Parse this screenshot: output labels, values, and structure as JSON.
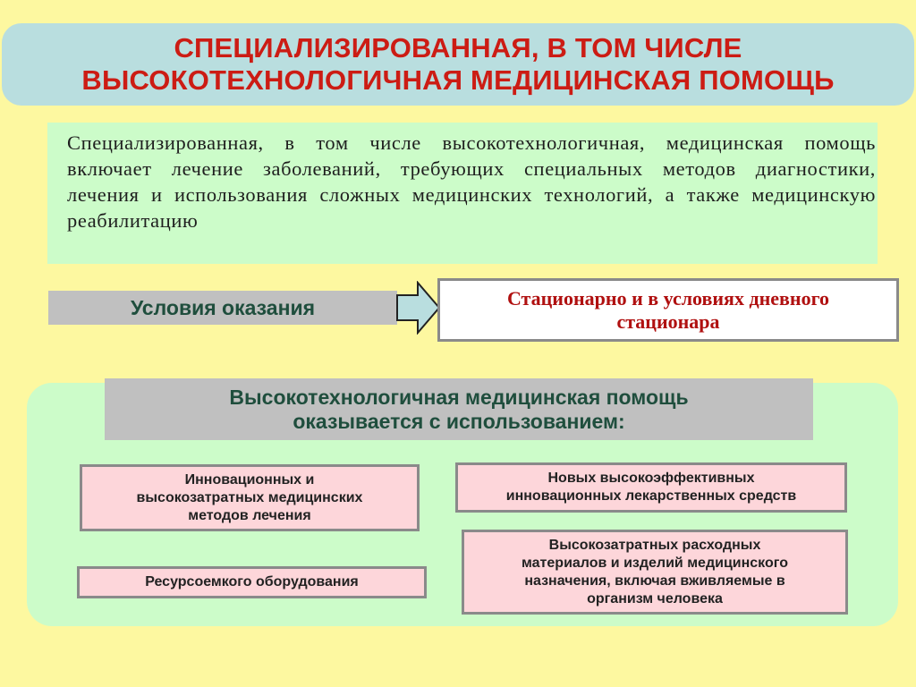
{
  "title": {
    "line1": "СПЕЦИАЛИЗИРОВАННАЯ, В ТОМ ЧИСЛЕ",
    "line2": "ВЫСОКОТЕХНОЛОГИЧНАЯ МЕДИЦИНСКАЯ ПОМОЩЬ"
  },
  "definition": "Специализированная, в том числе высокотехнологичная, медицинская помощь включает лечение заболеваний, требующих специальных методов диагностики, лечения и использования сложных медицинских технологий, а также медицинскую реабилитацию",
  "conditions": {
    "label": "Условия оказания",
    "value_line1": "Стационарно и в условиях дневного",
    "value_line2": "стационара"
  },
  "high_tech": {
    "header_line1": "Высокотехнологичная медицинская помощь",
    "header_line2": "оказывается с использованием:",
    "items": [
      {
        "lines": [
          "Инновационных и",
          "высокозатратных медицинских",
          "методов лечения"
        ]
      },
      {
        "lines": [
          "Новых высокоэффективных",
          "инновационных лекарственных средств"
        ]
      },
      {
        "lines": [
          "Ресурсоемкого оборудования"
        ]
      },
      {
        "lines": [
          "Высокозатратных расходных",
          "материалов и изделий медицинского",
          "назначения, включая вживляемые в",
          "организм человека"
        ]
      }
    ]
  },
  "colors": {
    "background": "#fdf8a0",
    "title_red": "#cc1c14",
    "title_box": "#b9dedf",
    "green_panel": "#ccfcc9",
    "gray_label": "#c0c0c0",
    "label_text": "#1f4e3d",
    "pink_box": "#fdd6da"
  }
}
